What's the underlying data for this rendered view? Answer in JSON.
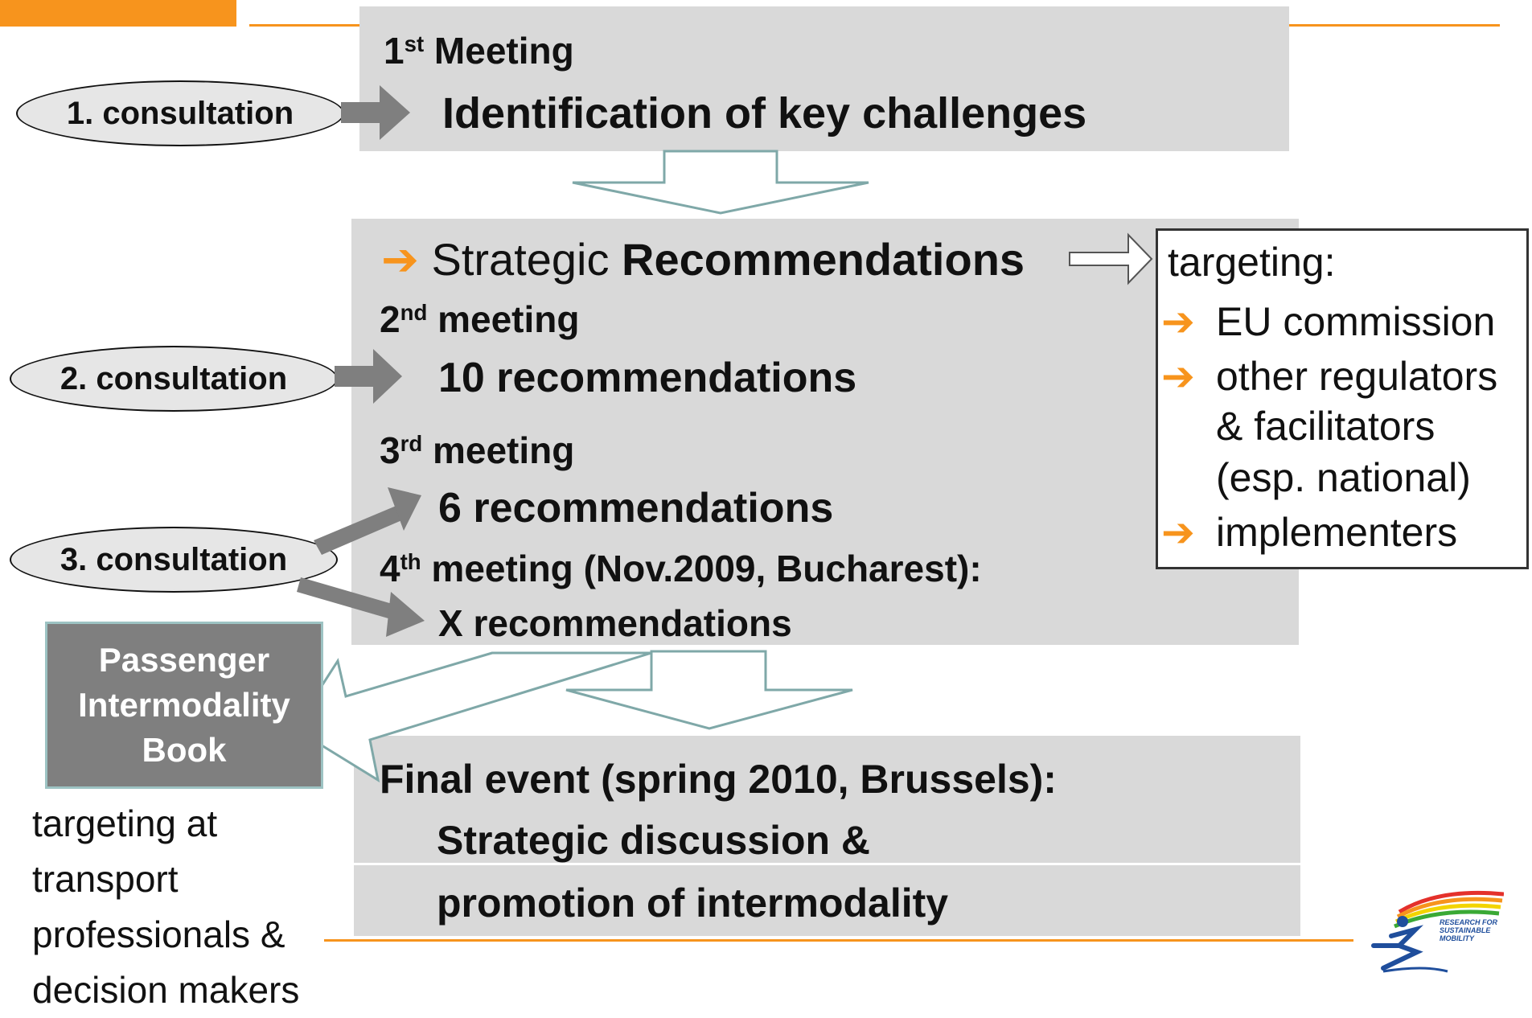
{
  "meetings": {
    "m1": {
      "num": "1",
      "suffix": "st",
      "label": "Meeting",
      "detail": "Identification of key challenges"
    },
    "rec_prefix": "Strategic",
    "rec_bold": "Recommendations",
    "m2": {
      "num": "2",
      "suffix": "nd",
      "label": "meeting",
      "detail": "10 recommendations"
    },
    "m3": {
      "num": "3",
      "suffix": "rd",
      "label": "meeting",
      "detail": "6 recommendations"
    },
    "m4": {
      "num": "4",
      "suffix": "th",
      "label": "meeting (Nov.2009, Bucharest):",
      "detail": "X recommendations"
    }
  },
  "consultations": [
    "1. consultation",
    "2. consultation",
    "3. consultation"
  ],
  "targeting": {
    "title": "targeting:",
    "items": [
      "EU commission",
      "other regulators",
      "& facilitators",
      "(esp. national)",
      "implementers"
    ]
  },
  "book": {
    "lines": [
      "Passenger",
      "Intermodality",
      "Book"
    ]
  },
  "book_target": [
    "targeting at",
    "transport",
    "professionals &",
    "decision makers"
  ],
  "final_event": {
    "title": "Final event (spring 2010, Brussels):",
    "line1": "Strategic discussion &",
    "line2": "promotion of intermodality"
  },
  "logo": {
    "text": "RESEARCH FOR SUSTAINABLE MOBILITY"
  },
  "colors": {
    "orange": "#f7941d",
    "grey_box": "#d9d9d9",
    "dark_grey": "#7f7f7f",
    "teal_outline": "#9dc3c3"
  },
  "icons": {
    "bullet": "right-arrow-icon"
  }
}
